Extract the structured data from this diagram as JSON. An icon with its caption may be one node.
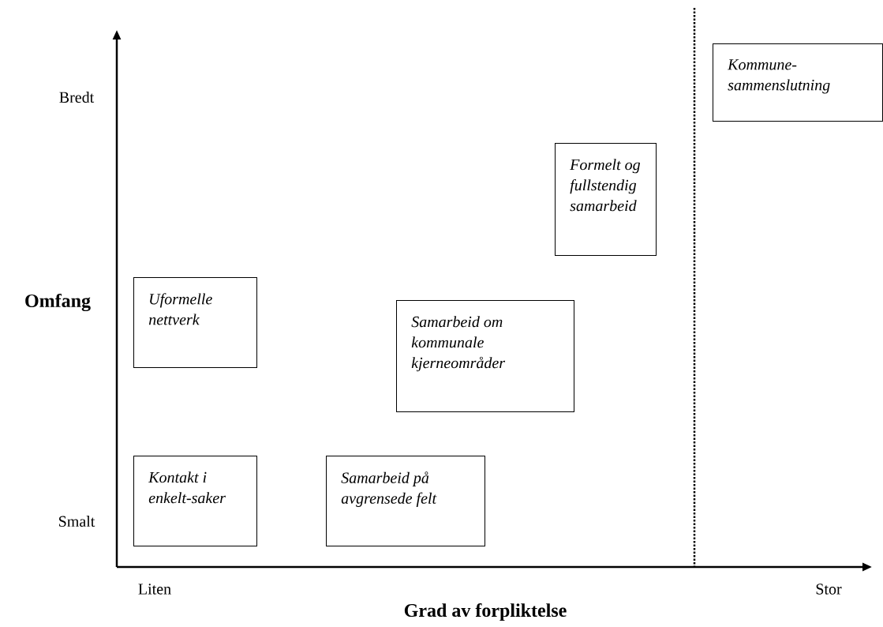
{
  "diagram": {
    "nodes": [
      {
        "text": [
          "Uformelle nettverk"
        ]
      },
      {
        "text": [
          "Samarbeid om kommunale kjerneområder"
        ]
      },
      {
        "text": [
          "Formelt og fullstendig samarbeid"
        ]
      },
      {
        "text": [
          "Kommune-sammenslutning"
        ]
      },
      {
        "text": [
          "Kontakt i enkelt-saker"
        ]
      },
      {
        "text": [
          "Samarbeid på avgrensede felt"
        ]
      }
    ],
    "labels": [
      "Bredt",
      "Omfang",
      "Smalt",
      "Liten",
      "Stor",
      "Grad av forpliktelse"
    ]
  }
}
